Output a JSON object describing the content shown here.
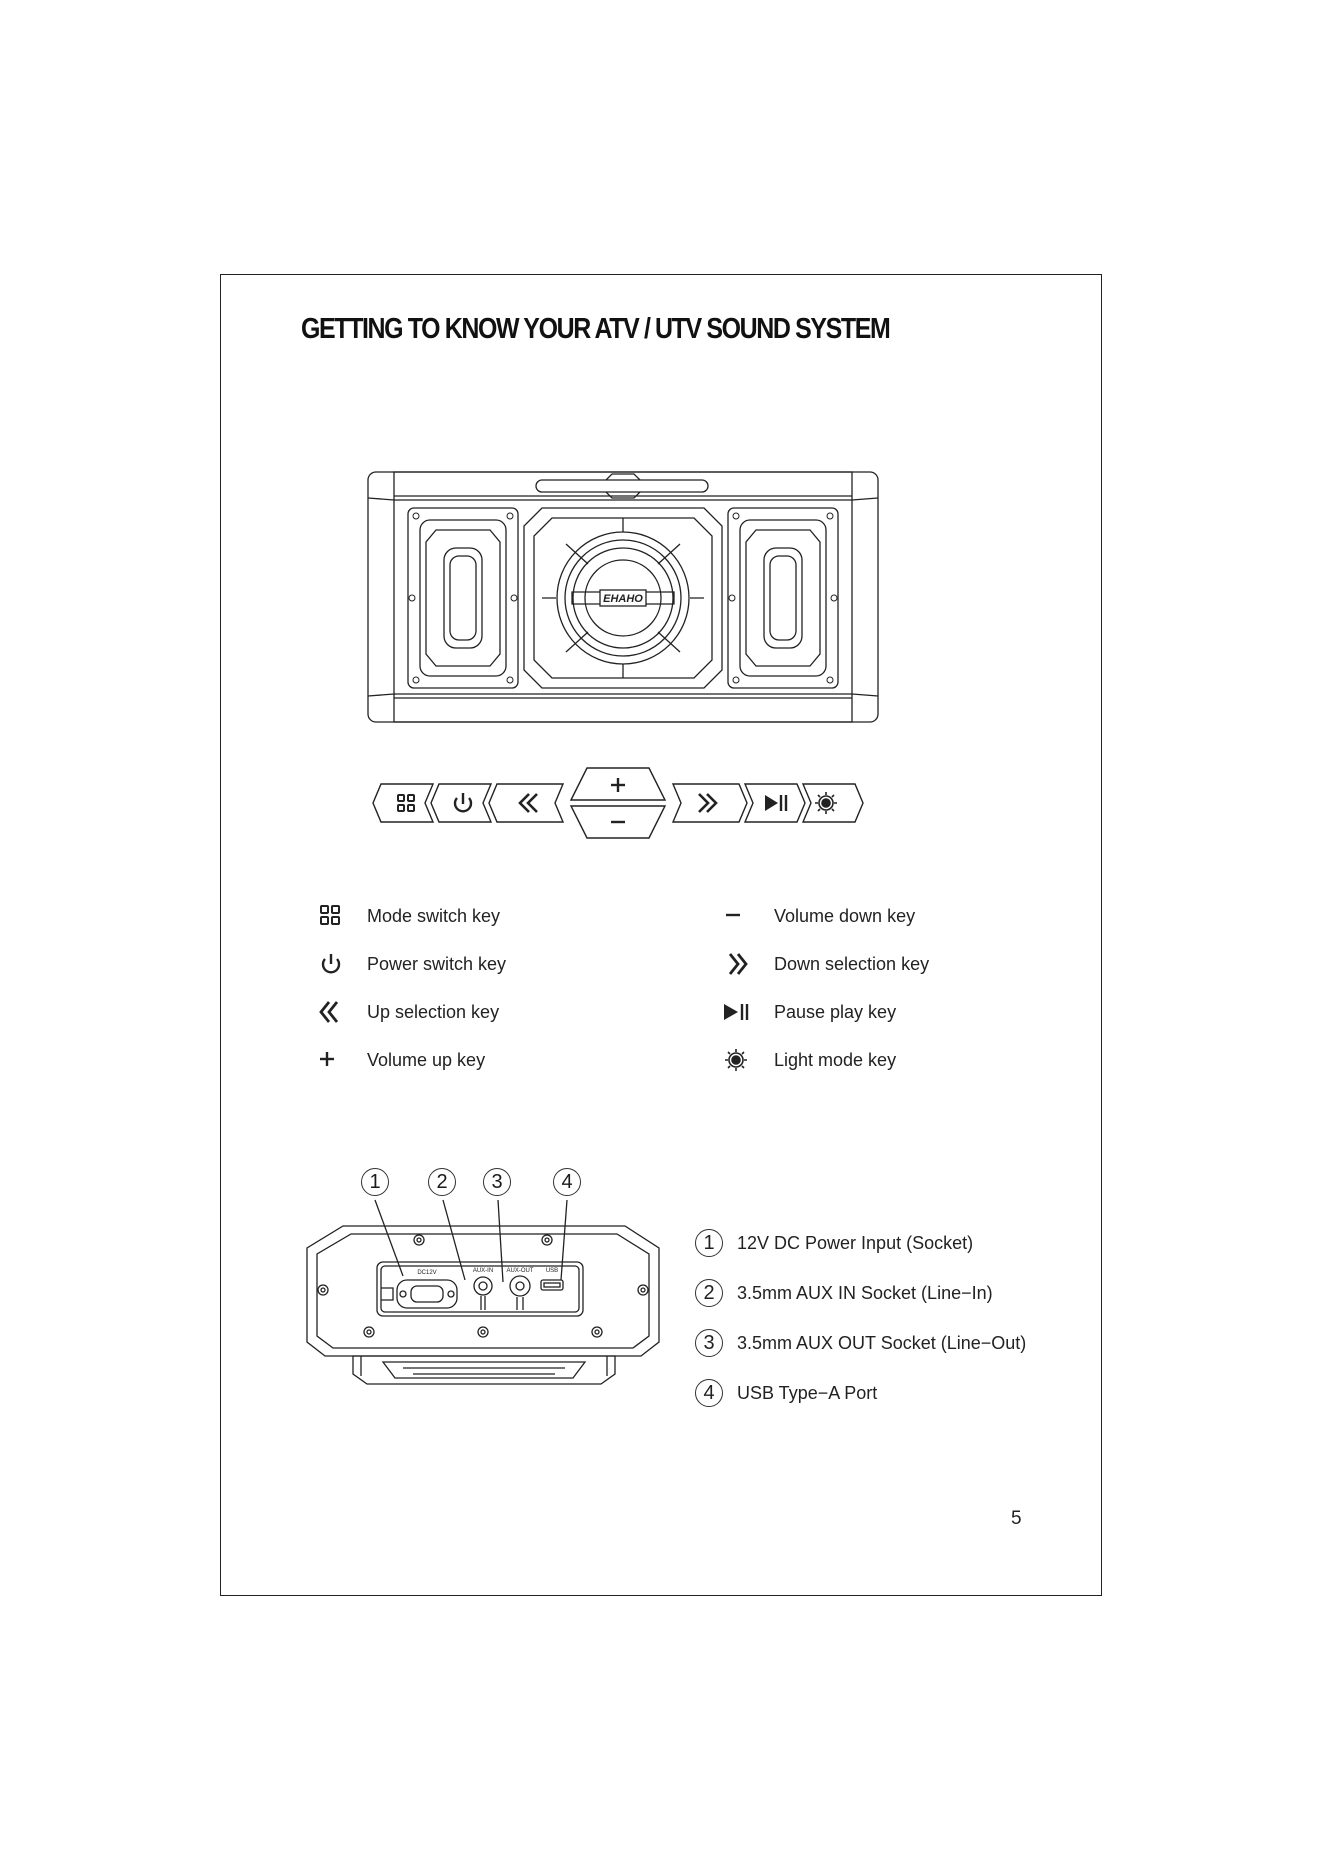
{
  "page": {
    "title": "GETTING TO KNOW YOUR ATV / UTV SOUND SYSTEM",
    "page_number": "5"
  },
  "speaker": {
    "logo_text": "EHAHO"
  },
  "keys_left": [
    {
      "icon": "mode-switch-icon",
      "label": "Mode switch key"
    },
    {
      "icon": "power-icon",
      "label": "Power switch key"
    },
    {
      "icon": "double-chevron-left-icon",
      "label": "Up selection key"
    },
    {
      "icon": "plus-icon",
      "label": "Volume up key"
    }
  ],
  "keys_right": [
    {
      "icon": "minus-icon",
      "label": "Volume down key"
    },
    {
      "icon": "double-chevron-right-icon",
      "label": "Down selection key"
    },
    {
      "icon": "play-pause-icon",
      "label": "Pause play key"
    },
    {
      "icon": "light-mode-icon",
      "label": "Light mode key"
    }
  ],
  "rear_panel": {
    "callouts": [
      "1",
      "2",
      "3",
      "4"
    ],
    "panel_labels": [
      "DC12V",
      "AUX-IN",
      "AUX-OUT",
      "USB"
    ]
  },
  "ports": [
    {
      "num": "1",
      "label": "12V DC Power Input (Socket)"
    },
    {
      "num": "2",
      "label": "3.5mm AUX IN Socket (Line−In)"
    },
    {
      "num": "3",
      "label": "3.5mm AUX OUT Socket (Line−Out)"
    },
    {
      "num": "4",
      "label": "USB Type−A Port"
    }
  ]
}
